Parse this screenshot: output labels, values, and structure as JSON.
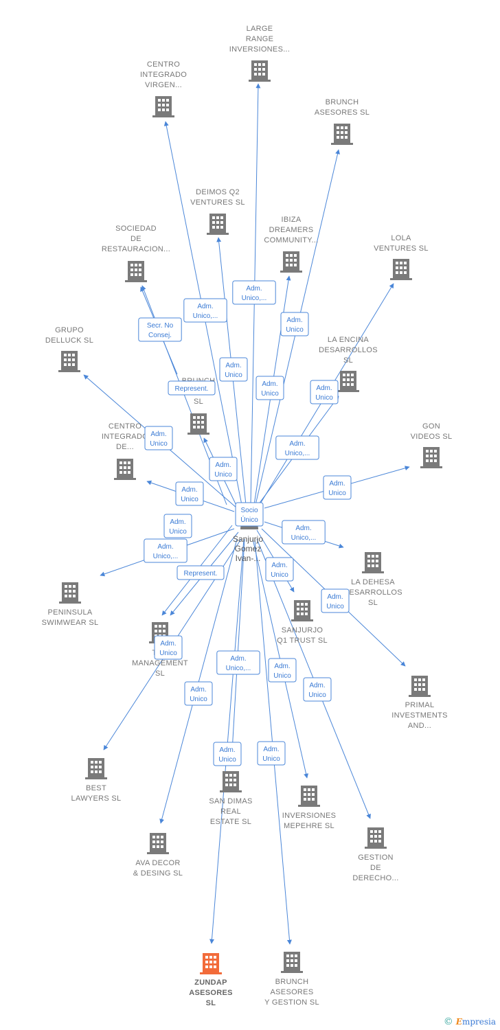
{
  "colors": {
    "edge": "#4a86d8",
    "building": "#7a7a7a",
    "highlight": "#f26b3a",
    "label": "#777777"
  },
  "center": {
    "id": "person",
    "lines": [
      "Sanjurjo",
      "Gomez",
      "Ivan-..."
    ],
    "icon": "person-icon"
  },
  "nodes": [
    {
      "id": "large-range",
      "lines": [
        "LARGE",
        "RANGE",
        "INVERSIONES..."
      ]
    },
    {
      "id": "centro-virgen",
      "lines": [
        "CENTRO",
        "INTEGRADO",
        "VIRGEN..."
      ]
    },
    {
      "id": "brunch-asesores-top",
      "lines": [
        "BRUNCH",
        "ASESORES  SL"
      ]
    },
    {
      "id": "deimos",
      "lines": [
        "DEIMOS Q2",
        "VENTURES  SL"
      ]
    },
    {
      "id": "ibiza",
      "lines": [
        "IBIZA",
        "DREAMERS",
        "COMMUNITY..."
      ]
    },
    {
      "id": "sociedad",
      "lines": [
        "SOCIEDAD",
        "DE",
        "RESTAURACION..."
      ]
    },
    {
      "id": "lola",
      "lines": [
        "LOLA",
        "VENTURES  SL"
      ]
    },
    {
      "id": "grupo-delluck",
      "lines": [
        "GRUPO",
        "DELLUCK SL"
      ]
    },
    {
      "id": "la-encina",
      "lines": [
        "LA ENCINA",
        "DESARROLLOS",
        "SL"
      ]
    },
    {
      "id": "brunch-mid",
      "lines": [
        "BRUNCH",
        "...ES",
        "SL"
      ]
    },
    {
      "id": "centro-de",
      "lines": [
        "CENTRO",
        "INTEGRADO",
        "DE..."
      ]
    },
    {
      "id": "gon",
      "lines": [
        "GON",
        "VIDEOS  SL"
      ]
    },
    {
      "id": "la-dehesa",
      "lines": [
        "LA DEHESA",
        "DESARROLLOS",
        "SL"
      ]
    },
    {
      "id": "peninsula",
      "lines": [
        "PENINSULA",
        "SWIMWEAR  SL"
      ]
    },
    {
      "id": "sanjurjo-trust",
      "lines": [
        "SANJURJO",
        "Q1 TRUST SL"
      ]
    },
    {
      "id": "top-management",
      "lines": [
        "TOP",
        "MANAGEMENT",
        "SL"
      ]
    },
    {
      "id": "primal",
      "lines": [
        "PRIMAL",
        "INVESTMENTS",
        "AND..."
      ]
    },
    {
      "id": "best-lawyers",
      "lines": [
        "BEST",
        "LAWYERS SL"
      ]
    },
    {
      "id": "san-dimas",
      "lines": [
        "SAN DIMAS",
        "REAL",
        "ESTATE  SL"
      ]
    },
    {
      "id": "mepehre",
      "lines": [
        "INVERSIONES",
        "MEPEHRE  SL"
      ]
    },
    {
      "id": "gestion",
      "lines": [
        "GESTION",
        "DE",
        "DERECHO..."
      ]
    },
    {
      "id": "ava-decor",
      "lines": [
        "AVA DECOR",
        "& DESING  SL"
      ]
    },
    {
      "id": "zundap",
      "lines": [
        "ZUNDAP",
        "ASESORES",
        "SL"
      ],
      "highlight": true
    },
    {
      "id": "brunch-gestion",
      "lines": [
        "BRUNCH",
        "ASESORES",
        "Y GESTION  SL"
      ]
    }
  ],
  "edges": [
    {
      "to": "large-range",
      "label": [
        "Adm.",
        "Unico,..."
      ]
    },
    {
      "to": "centro-virgen",
      "label": [
        "Adm.",
        "Unico,..."
      ]
    },
    {
      "to": "brunch-asesores-top",
      "label": [
        "Adm.",
        "Unico"
      ]
    },
    {
      "to": "deimos",
      "label": [
        "Adm.",
        "Unico"
      ]
    },
    {
      "to": "ibiza",
      "label": [
        "Adm.",
        "Unico"
      ]
    },
    {
      "to": "sociedad",
      "label": [
        "Secr.  No",
        "Consej."
      ]
    },
    {
      "to": "sociedad",
      "label": [
        "Represent."
      ]
    },
    {
      "to": "lola",
      "label": [
        "Adm.",
        "Unico"
      ]
    },
    {
      "to": "grupo-delluck",
      "label": [
        "Adm.",
        "Unico"
      ]
    },
    {
      "to": "la-encina",
      "label": [
        "Adm.",
        "Unico,..."
      ]
    },
    {
      "to": "brunch-mid",
      "label": [
        "Adm.",
        "Unico"
      ]
    },
    {
      "to": "centro-de",
      "label": [
        "Adm.",
        "Unico"
      ]
    },
    {
      "to": "gon",
      "label": [
        "Adm.",
        "Unico"
      ]
    },
    {
      "to": "la-dehesa",
      "label": [
        "Adm.",
        "Unico,..."
      ]
    },
    {
      "to": "peninsula",
      "label": [
        "Adm.",
        "Unico,..."
      ]
    },
    {
      "to": "sanjurjo-trust",
      "label": [
        "Adm.",
        "Unico"
      ]
    },
    {
      "to": "top-management",
      "label": [
        "Adm.",
        "Unico"
      ]
    },
    {
      "to": "top-management",
      "label": [
        "Represent."
      ]
    },
    {
      "to": "primal",
      "label": [
        "Adm.",
        "Unico"
      ]
    },
    {
      "to": "best-lawyers",
      "label": [
        "Adm.",
        "Unico"
      ]
    },
    {
      "to": "san-dimas",
      "label": [
        "Adm.",
        "Unico,..."
      ]
    },
    {
      "to": "mepehre",
      "label": [
        "Adm.",
        "Unico"
      ]
    },
    {
      "to": "gestion",
      "label": [
        "Adm.",
        "Unico"
      ]
    },
    {
      "to": "ava-decor",
      "label": [
        "Adm.",
        "Unico"
      ]
    },
    {
      "to": "zundap",
      "label": [
        "Adm.",
        "Unico"
      ]
    },
    {
      "to": "brunch-gestion",
      "label": [
        "Adm.",
        "Unico"
      ]
    },
    {
      "to": "center",
      "label": [
        "Socio",
        "Único"
      ]
    }
  ],
  "credit": {
    "symbol": "©",
    "brand_initial": "E",
    "brand_rest": "mpresia"
  }
}
